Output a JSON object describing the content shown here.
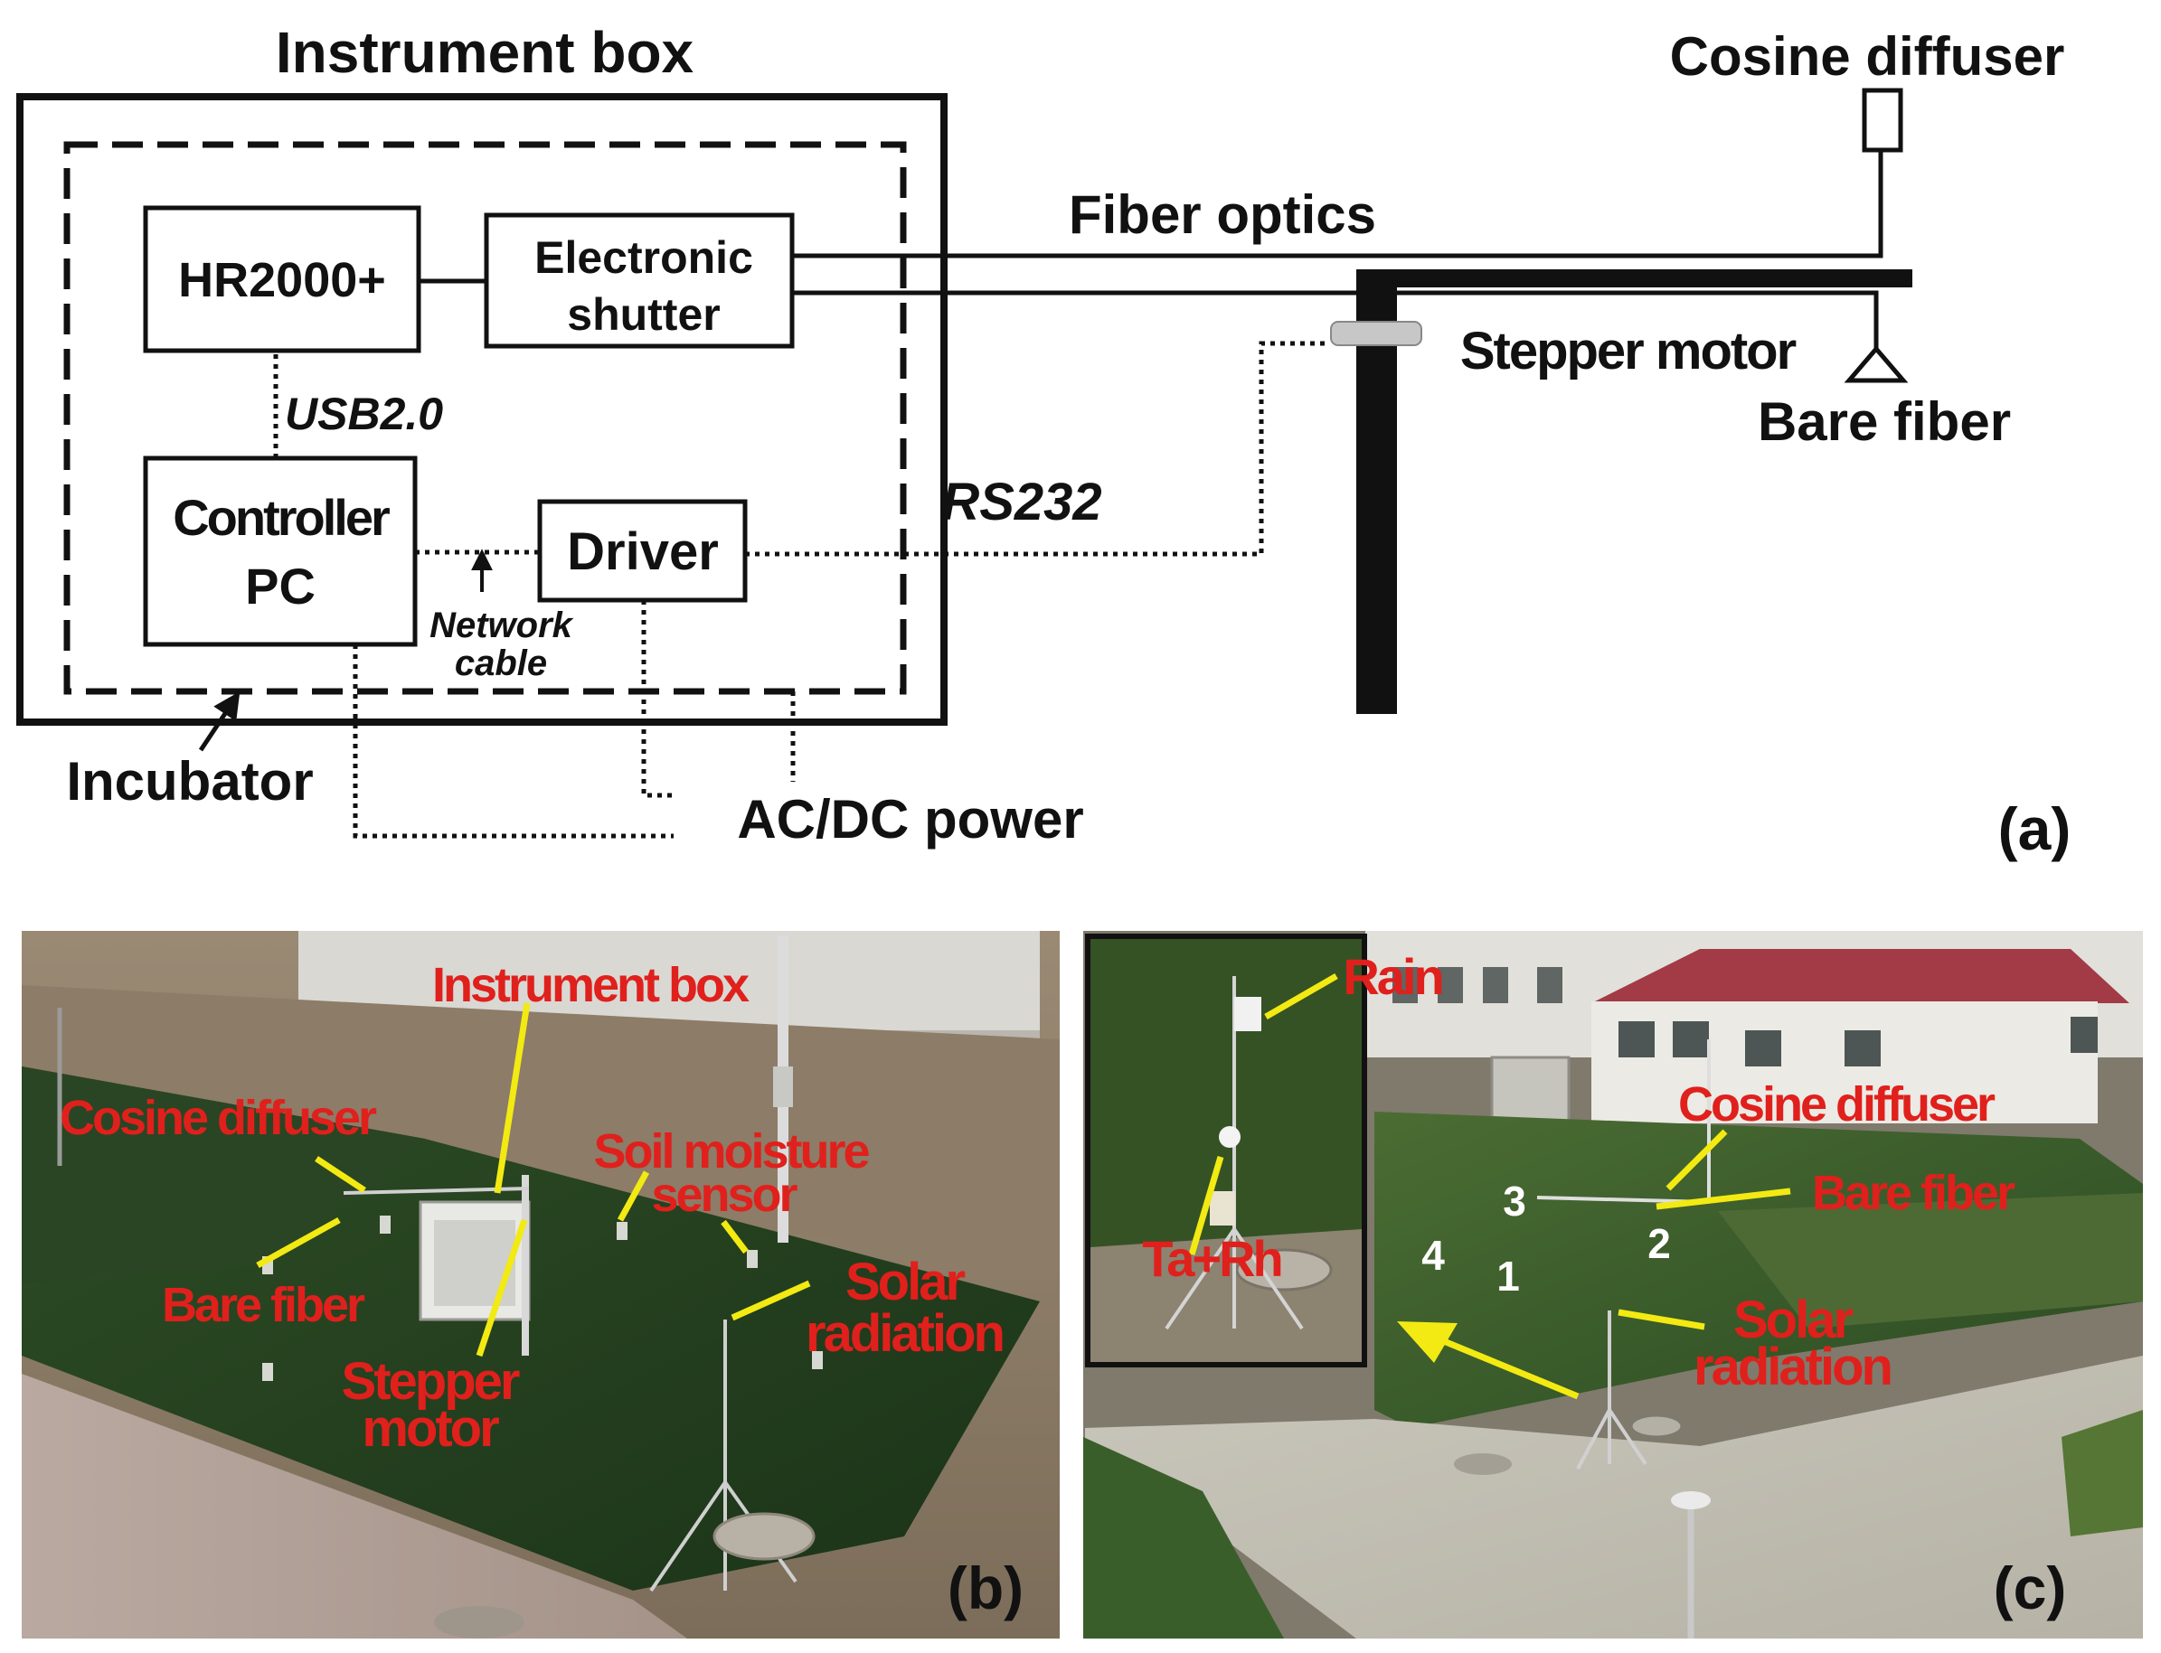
{
  "panel_a": {
    "instrument_box_label": "Instrument box",
    "cosine_diffuser_label": "Cosine diffuser",
    "fiber_optics_label": "Fiber optics",
    "hr2000_label": "HR2000+",
    "electronic_shutter_line1": "Electronic",
    "electronic_shutter_line2": "shutter",
    "usb_label": "USB2.0",
    "controller_line1": "Controller",
    "controller_line2": "PC",
    "driver_label": "Driver",
    "network_line1": "Network",
    "network_line2": "cable",
    "rs232_label": "RS232",
    "stepper_motor_label": "Stepper motor",
    "bare_fiber_label": "Bare fiber",
    "incubator_label": "Incubator",
    "power_label": "AC/DC power",
    "panel_letter": "(a)"
  },
  "panel_b": {
    "instrument_box": "Instrument box",
    "cosine_diffuser": "Cosine diffuser",
    "soil_line1": "Soil moisture",
    "soil_line2": "sensor",
    "bare_fiber": "Bare fiber",
    "solar_line1": "Solar",
    "solar_line2": "radiation",
    "stepper_line1": "Stepper",
    "stepper_line2": "motor",
    "panel_letter": "(b)"
  },
  "panel_c": {
    "rain": "Rain",
    "ta_rh": "Ta+Rh",
    "cosine_diffuser": "Cosine diffuser",
    "bare_fiber": "Bare fiber",
    "solar_line1": "Solar",
    "solar_line2": "radiation",
    "num_1": "1",
    "num_2": "2",
    "num_3": "3",
    "num_4": "4",
    "panel_letter": "(c)"
  },
  "colors": {
    "line": "#111111",
    "label_red": "#e0201c",
    "arrow_yellow": "#f2ea12",
    "wheat_green": "#23401f",
    "maize_green": "#2f5a26",
    "soil": "#8a7a66"
  }
}
